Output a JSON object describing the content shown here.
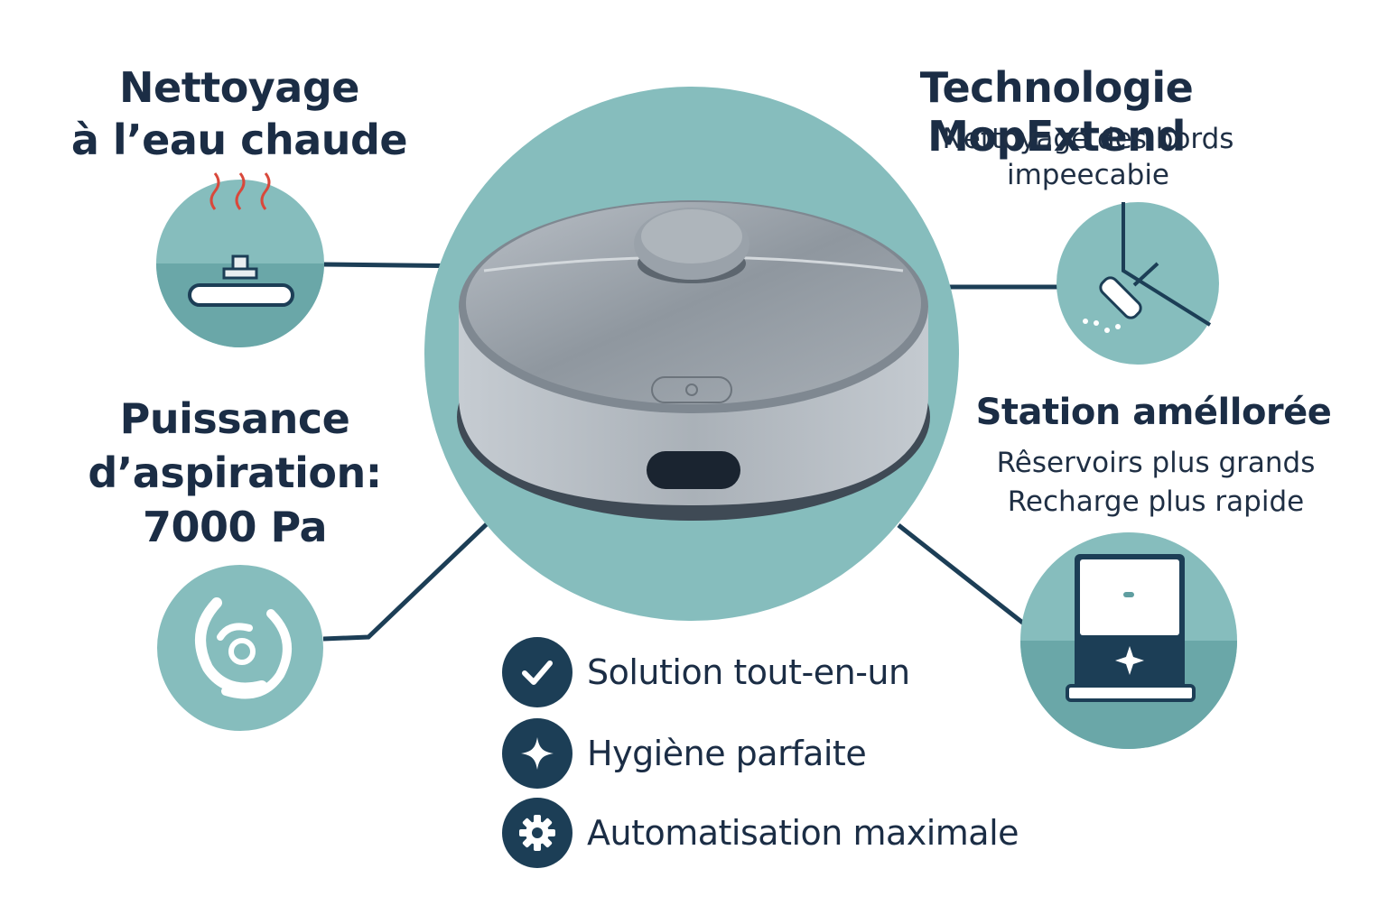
{
  "features_top_left": {
    "title_line1": "Nettoyage",
    "title_line2": "à l’eau chaude",
    "icon": "hot-water-mop-icon"
  },
  "features_top_right": {
    "title": "Technologie MopExtend",
    "subtitle_line1": "Nettoyage des bords",
    "subtitle_line2": "impeecabie",
    "icon": "edge-mop-icon"
  },
  "features_mid_left": {
    "title_line1": "Puissance",
    "title_line2": "d’aspiration:",
    "title_line3": "7000 Pa",
    "icon": "vortex-suction-icon"
  },
  "features_mid_right": {
    "title": "Station améllorée",
    "subtitle_line1": "Rêservoirs plus grands",
    "subtitle_line2": "Recharge plus rapide",
    "icon": "docking-station-icon"
  },
  "benefits": [
    {
      "label": "Solution tout-en-un",
      "icon": "check-icon"
    },
    {
      "label": "Hygiène parfaite",
      "icon": "sparkle-icon"
    },
    {
      "label": "Automatisation maximale",
      "icon": "gear-icon"
    }
  ],
  "colors": {
    "teal": "#86bdbd",
    "teal_dark": "#5f9ea0",
    "navy": "#1c3e56",
    "robot_gray": "#9aa2aa"
  }
}
